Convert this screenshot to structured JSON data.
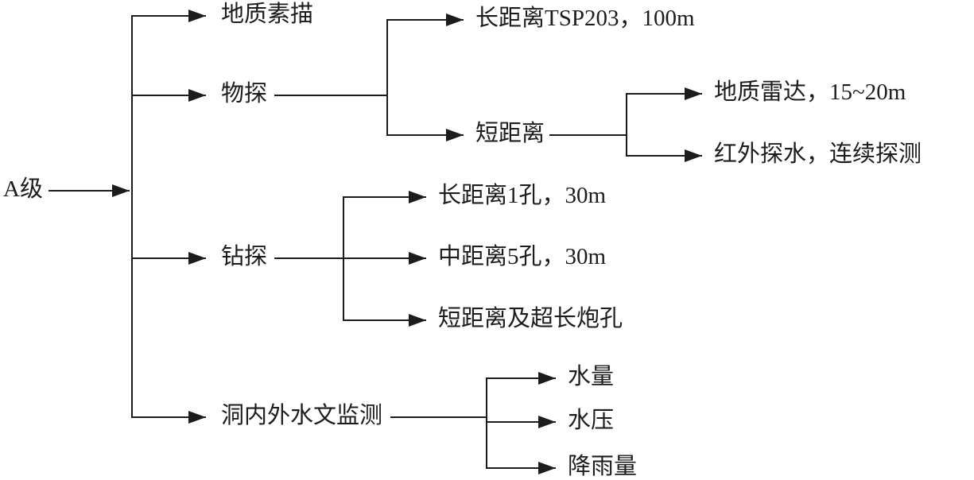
{
  "diagram": {
    "type": "tree-flowchart",
    "line_color": "#1c1c1c",
    "tree": {
      "label": "A级",
      "children": [
        {
          "label": "地质素描"
        },
        {
          "label": "物探",
          "children": [
            {
              "label": "长距离TSP203，100m"
            },
            {
              "label": "短距离",
              "children": [
                {
                  "label": "地质雷达，15~20m"
                },
                {
                  "label": "红外探水，连续探测"
                }
              ]
            }
          ]
        },
        {
          "label": "钻探",
          "children": [
            {
              "label": "长距离1孔，30m"
            },
            {
              "label": "中距离5孔，30m"
            },
            {
              "label": "短距离及超长炮孔"
            }
          ]
        },
        {
          "label": "洞内外水文监测",
          "children": [
            {
              "label": "水量"
            },
            {
              "label": "水压"
            },
            {
              "label": "降雨量"
            }
          ]
        }
      ]
    }
  }
}
